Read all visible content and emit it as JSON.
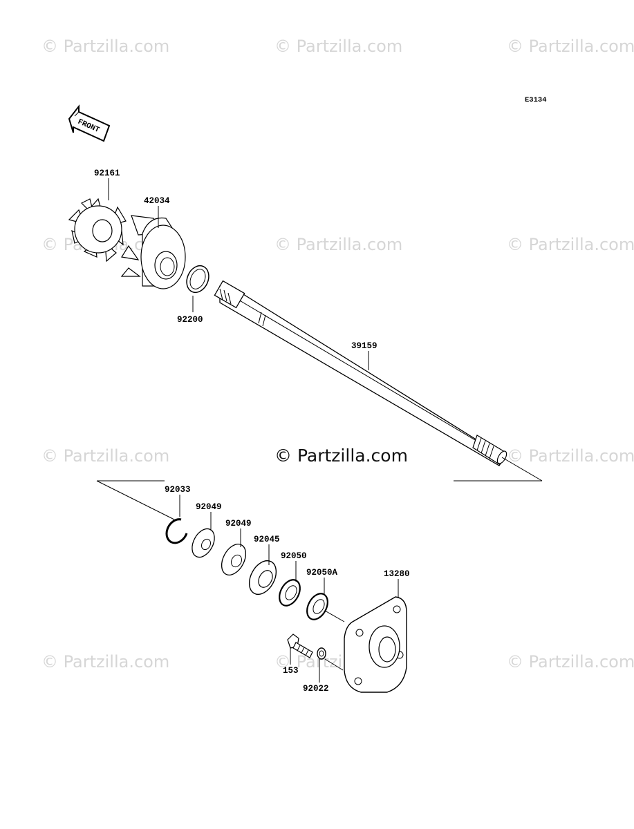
{
  "diagram_code": "E3134",
  "front_label": "FRONT",
  "watermark": "© Partzilla.com",
  "center_watermark": "© Partzilla.com",
  "parts": [
    {
      "id": "p92161",
      "number": "92161"
    },
    {
      "id": "p42034",
      "number": "42034"
    },
    {
      "id": "p92200",
      "number": "92200"
    },
    {
      "id": "p39159",
      "number": "39159"
    },
    {
      "id": "p92033",
      "number": "92033"
    },
    {
      "id": "p92049a",
      "number": "92049"
    },
    {
      "id": "p92049b",
      "number": "92049"
    },
    {
      "id": "p92045",
      "number": "92045"
    },
    {
      "id": "p92050",
      "number": "92050"
    },
    {
      "id": "p92050A",
      "number": "92050A"
    },
    {
      "id": "p13280",
      "number": "13280"
    },
    {
      "id": "p153",
      "number": "153"
    },
    {
      "id": "p92022",
      "number": "92022"
    }
  ]
}
